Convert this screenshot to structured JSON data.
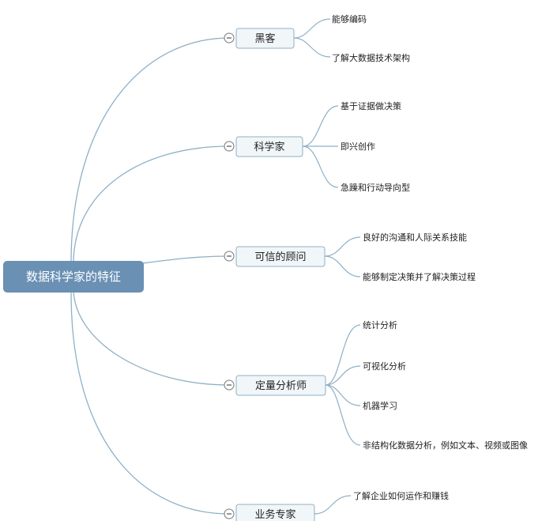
{
  "colors": {
    "root_fill": "#6a90b4",
    "topic_fill": "#f1f6f9",
    "topic_stroke": "#8fb0c5",
    "line": "#8fb0c5"
  },
  "root": {
    "label": "数据科学家的特征"
  },
  "topics": [
    {
      "label": "黑客",
      "leaves": [
        "能够编码",
        "了解大数据技术架构"
      ]
    },
    {
      "label": "科学家",
      "leaves": [
        "基于证据做决策",
        "即兴创作",
        "急躁和行动导向型"
      ]
    },
    {
      "label": "可信的顾问",
      "leaves": [
        "良好的沟通和人际关系技能",
        "能够制定决策并了解决策过程"
      ]
    },
    {
      "label": "定量分析师",
      "leaves": [
        "统计分析",
        "可视化分析",
        "机器学习",
        "非结构化数据分析，例如文本、视频或图像"
      ]
    },
    {
      "label": "业务专家",
      "leaves": [
        "了解企业如何运作和赚钱"
      ]
    }
  ]
}
